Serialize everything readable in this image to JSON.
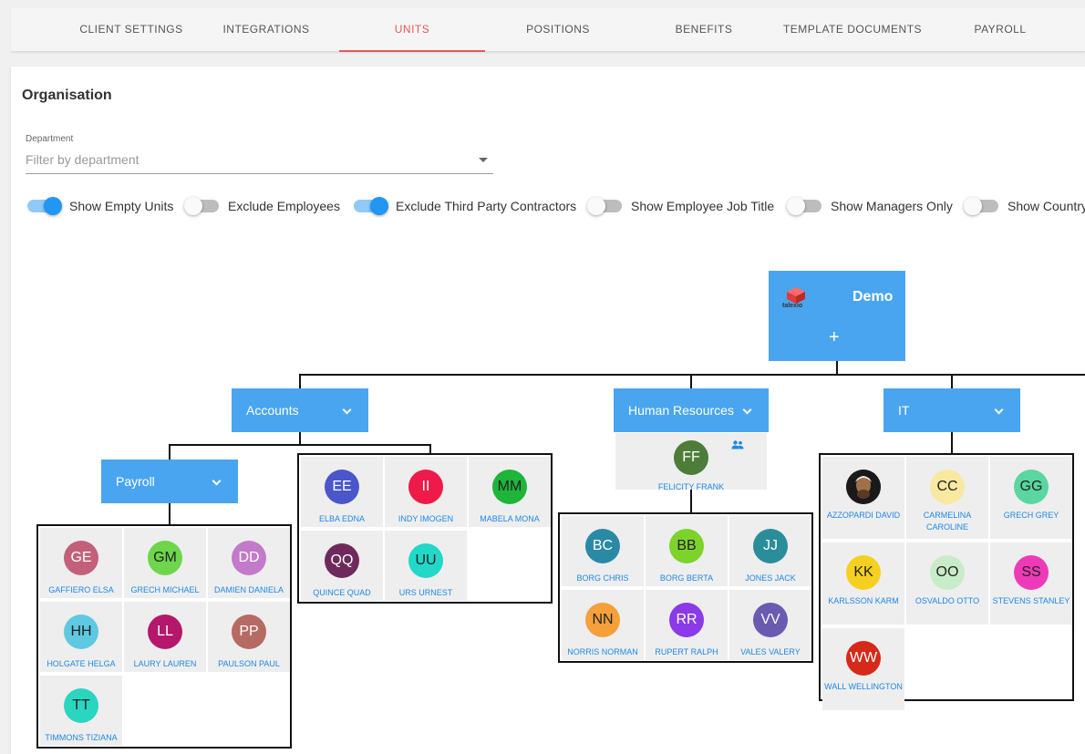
{
  "tabs": [
    {
      "label": "CLIENT SETTINGS"
    },
    {
      "label": "INTEGRATIONS"
    },
    {
      "label": "UNITS",
      "active": true
    },
    {
      "label": "POSITIONS"
    },
    {
      "label": "BENEFITS"
    },
    {
      "label": "TEMPLATE DOCUMENTS"
    },
    {
      "label": "PAYROLL"
    }
  ],
  "page": {
    "title": "Organisation"
  },
  "department": {
    "label": "Department",
    "placeholder": "Filter by department"
  },
  "toggles": [
    {
      "label": "Show Empty Units",
      "on": true
    },
    {
      "label": "Exclude Employees",
      "on": false
    },
    {
      "label": "Exclude Third Party Contractors",
      "on": true
    },
    {
      "label": "Show Employee Job Title",
      "on": false
    },
    {
      "label": "Show Managers Only",
      "on": false
    },
    {
      "label": "Show Country",
      "on": false
    }
  ],
  "root": {
    "logo_text": "talexio",
    "title": "Demo",
    "add": "+"
  },
  "units": {
    "accounts": "Accounts",
    "payroll": "Payroll",
    "hr": "Human Resources",
    "it": "IT"
  },
  "manager": {
    "initials": "FF",
    "name": "FELICITY FRANK",
    "color": "#4e7d3a"
  },
  "payroll_employees": [
    {
      "initials": "GE",
      "name": "GAFFIERO ELSA",
      "color": "#c2607a"
    },
    {
      "initials": "GM",
      "name": "GRECH MICHAEL",
      "color": "#6ed64a",
      "dark": true
    },
    {
      "initials": "DD",
      "name": "DAMIEN DANIELA",
      "color": "#c27ac9"
    },
    {
      "initials": "HH",
      "name": "HOLGATE HELGA",
      "color": "#5ec9e0",
      "dark": true
    },
    {
      "initials": "LL",
      "name": "LAURY LAUREN",
      "color": "#b5186a"
    },
    {
      "initials": "PP",
      "name": "PAULSON PAUL",
      "color": "#b56a63"
    },
    {
      "initials": "TT",
      "name": "TIMMONS TIZIANA",
      "color": "#2ad6c0",
      "dark": true
    }
  ],
  "accounts_employees": [
    {
      "initials": "EE",
      "name": "ELBA EDNA",
      "color": "#4a56c9"
    },
    {
      "initials": "II",
      "name": "INDY IMOGEN",
      "color": "#ee1a4a"
    },
    {
      "initials": "MM",
      "name": "MABELA MONA",
      "color": "#1eb53a",
      "dark": true
    },
    {
      "initials": "QQ",
      "name": "QUINCE QUAD",
      "color": "#6e2a5a"
    },
    {
      "initials": "UU",
      "name": "URS URNEST",
      "color": "#22d8c8",
      "dark": true
    }
  ],
  "hr_employees": [
    {
      "initials": "BC",
      "name": "BORG CHRIS",
      "color": "#2a8aa5"
    },
    {
      "initials": "BB",
      "name": "BORG BERTA",
      "color": "#7ed32a",
      "dark": true
    },
    {
      "initials": "JJ",
      "name": "JONES JACK",
      "color": "#2a8d9a"
    },
    {
      "initials": "NN",
      "name": "NORRIS NORMAN",
      "color": "#f5a03a",
      "dark": true
    },
    {
      "initials": "RR",
      "name": "RUPERT RALPH",
      "color": "#8a3ae8"
    },
    {
      "initials": "VV",
      "name": "VALES VALERY",
      "color": "#6a5ab0"
    }
  ],
  "it_employees": [
    {
      "initials": "",
      "name": "AZZOPARDI DAVID",
      "photo": true
    },
    {
      "initials": "CC",
      "name": "CARMELINA CAROLINE",
      "color": "#f8e8a0",
      "dark": true
    },
    {
      "initials": "GG",
      "name": "GRECH GREY",
      "color": "#5ad6a0",
      "dark": true
    },
    {
      "initials": "KK",
      "name": "KARLSSON KARM",
      "color": "#f5d020",
      "dark": true
    },
    {
      "initials": "OO",
      "name": "OSVALDO OTTO",
      "color": "#c8ecc8",
      "dark": true
    },
    {
      "initials": "SS",
      "name": "STEVENS STANLEY",
      "color": "#ee3ab8",
      "dark": true
    },
    {
      "initials": "WW",
      "name": "WALL WELLINGTON",
      "color": "#d52a1a"
    }
  ]
}
